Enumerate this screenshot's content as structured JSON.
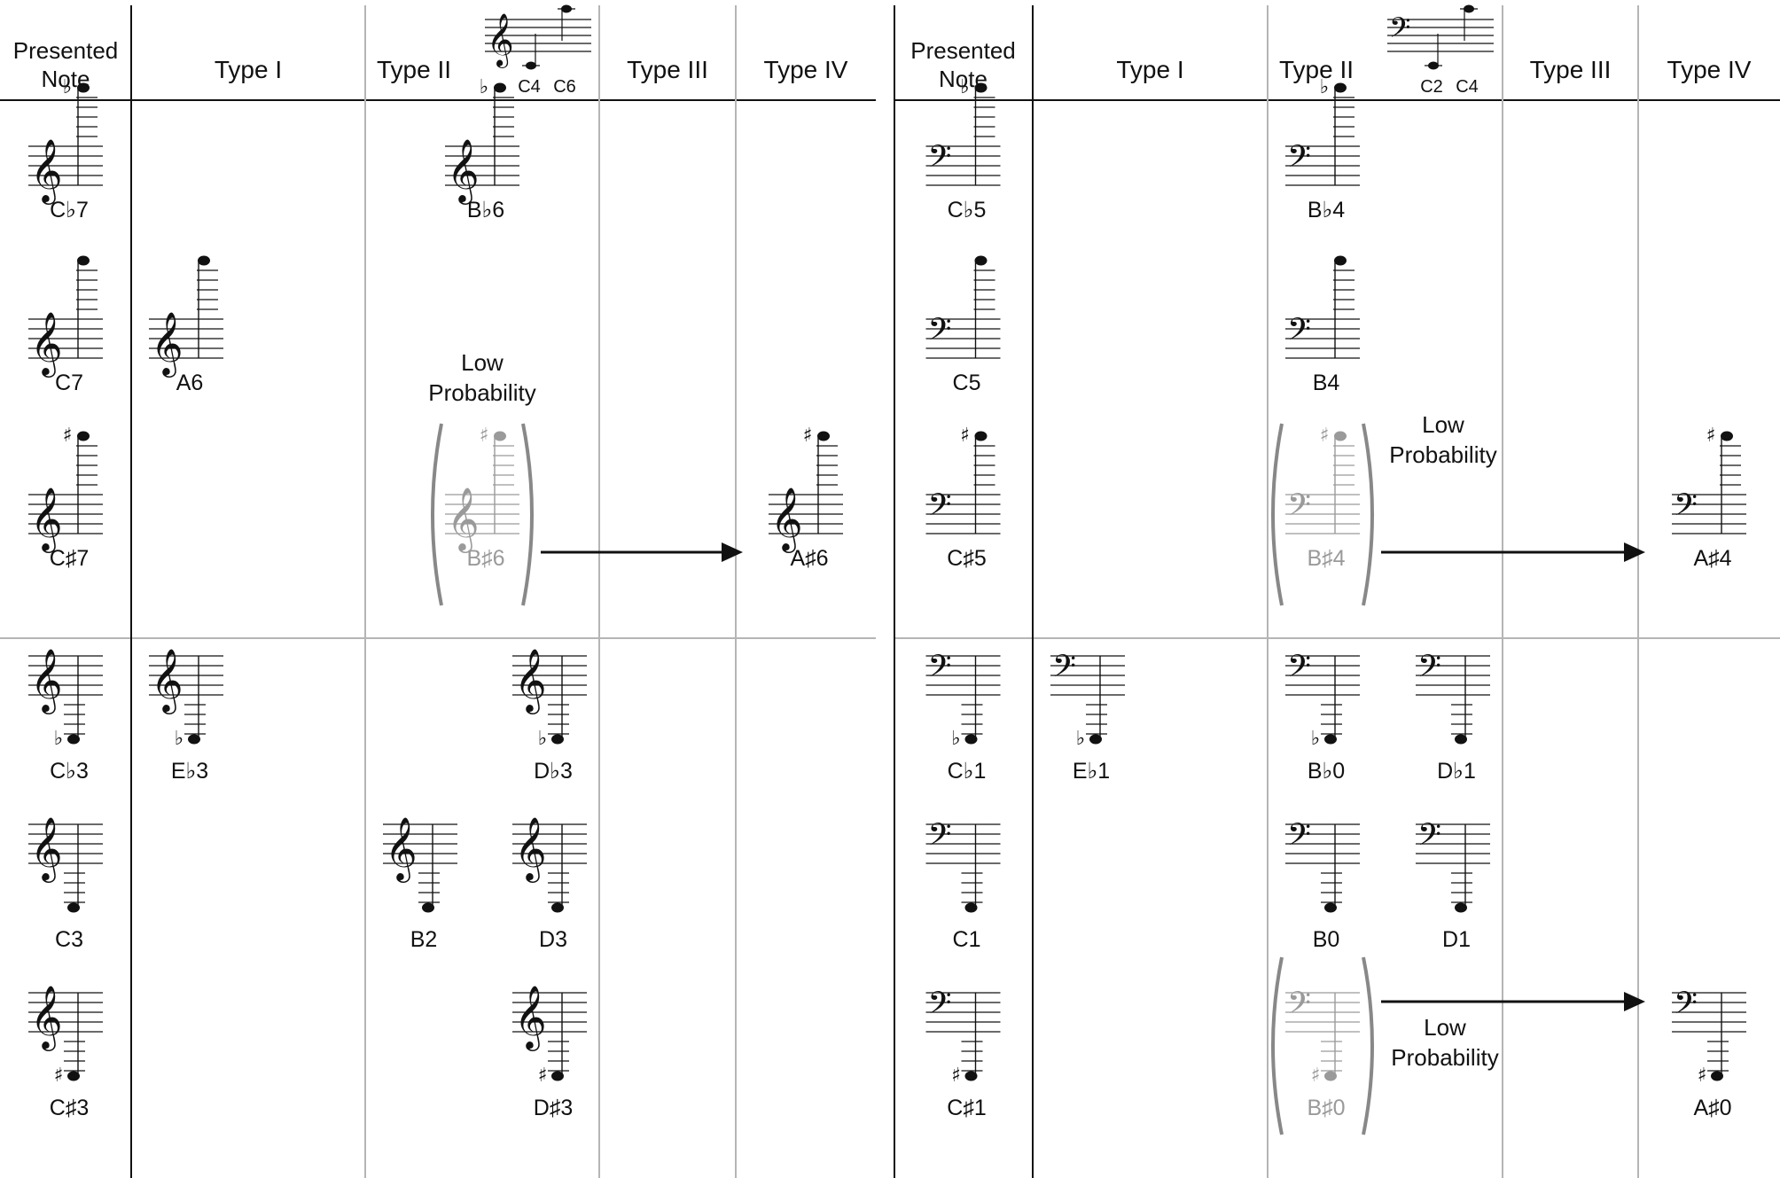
{
  "headers": {
    "presented": "Presented Note",
    "type1": "Type I",
    "type2": "Type II",
    "type3": "Type III",
    "type4": "Type IV"
  },
  "ranges": {
    "treble": [
      "C4",
      "C6"
    ],
    "bass": [
      "C2",
      "C4"
    ]
  },
  "annotations": {
    "low_probability": "Low Probability"
  },
  "accidentals": {
    "flat": "♭",
    "sharp": "♯"
  },
  "colors": {
    "ink": "#111111",
    "faded": "#9a9a9a",
    "grid": "#b5b5b5",
    "bracket": "#888888"
  },
  "treble_panel": {
    "clef": "treble",
    "rows": [
      {
        "presented": {
          "label": "C♭7",
          "acc": "flat"
        },
        "cells": [
          {
            "col": 2,
            "label": "B♭6",
            "acc": "flat"
          }
        ]
      },
      {
        "presented": {
          "label": "C7",
          "acc": null
        },
        "cells": [
          {
            "col": 1,
            "label": "A6",
            "acc": null
          }
        ]
      },
      {
        "presented": {
          "label": "C♯7",
          "acc": "sharp"
        },
        "cells": [
          {
            "col": 2,
            "label": "B♯6",
            "acc": "sharp",
            "faded": true
          },
          {
            "col": 4,
            "label": "A♯6",
            "acc": "sharp"
          }
        ]
      },
      {
        "presented": {
          "label": "C♭3",
          "acc": "flat"
        },
        "cells": [
          {
            "col": 1,
            "label": "E♭3",
            "acc": "flat"
          },
          {
            "col": 2,
            "label": "D♭3",
            "acc": "flat",
            "slot": "right"
          }
        ]
      },
      {
        "presented": {
          "label": "C3",
          "acc": null
        },
        "cells": [
          {
            "col": 2,
            "label": "B2",
            "acc": null,
            "slot": "left"
          },
          {
            "col": 2,
            "label": "D3",
            "acc": null,
            "slot": "right"
          }
        ]
      },
      {
        "presented": {
          "label": "C♯3",
          "acc": "sharp"
        },
        "cells": [
          {
            "col": 2,
            "label": "D♯3",
            "acc": "sharp",
            "slot": "right"
          }
        ]
      }
    ]
  },
  "bass_panel": {
    "clef": "bass",
    "rows": [
      {
        "presented": {
          "label": "C♭5",
          "acc": "flat"
        },
        "cells": [
          {
            "col": 2,
            "label": "B♭4",
            "acc": "flat",
            "slot": "left"
          }
        ]
      },
      {
        "presented": {
          "label": "C5",
          "acc": null
        },
        "cells": [
          {
            "col": 2,
            "label": "B4",
            "acc": null,
            "slot": "left"
          }
        ]
      },
      {
        "presented": {
          "label": "C♯5",
          "acc": "sharp"
        },
        "cells": [
          {
            "col": 2,
            "label": "B♯4",
            "acc": "sharp",
            "faded": true,
            "slot": "left"
          },
          {
            "col": 4,
            "label": "A♯4",
            "acc": "sharp"
          }
        ]
      },
      {
        "presented": {
          "label": "C♭1",
          "acc": "flat"
        },
        "cells": [
          {
            "col": 1,
            "label": "E♭1",
            "acc": "flat"
          },
          {
            "col": 2,
            "label": "B♭0",
            "acc": "flat",
            "slot": "left"
          },
          {
            "col": 2,
            "label": "D♭1",
            "acc": null,
            "slot": "right"
          }
        ]
      },
      {
        "presented": {
          "label": "C1",
          "acc": null
        },
        "cells": [
          {
            "col": 2,
            "label": "B0",
            "acc": null,
            "slot": "left"
          },
          {
            "col": 2,
            "label": "D1",
            "acc": null,
            "slot": "right"
          }
        ]
      },
      {
        "presented": {
          "label": "C♯1",
          "acc": "sharp"
        },
        "cells": [
          {
            "col": 2,
            "label": "B♯0",
            "acc": "sharp",
            "faded": true,
            "slot": "left"
          },
          {
            "col": 4,
            "label": "A♯0",
            "acc": "sharp"
          }
        ]
      }
    ]
  }
}
